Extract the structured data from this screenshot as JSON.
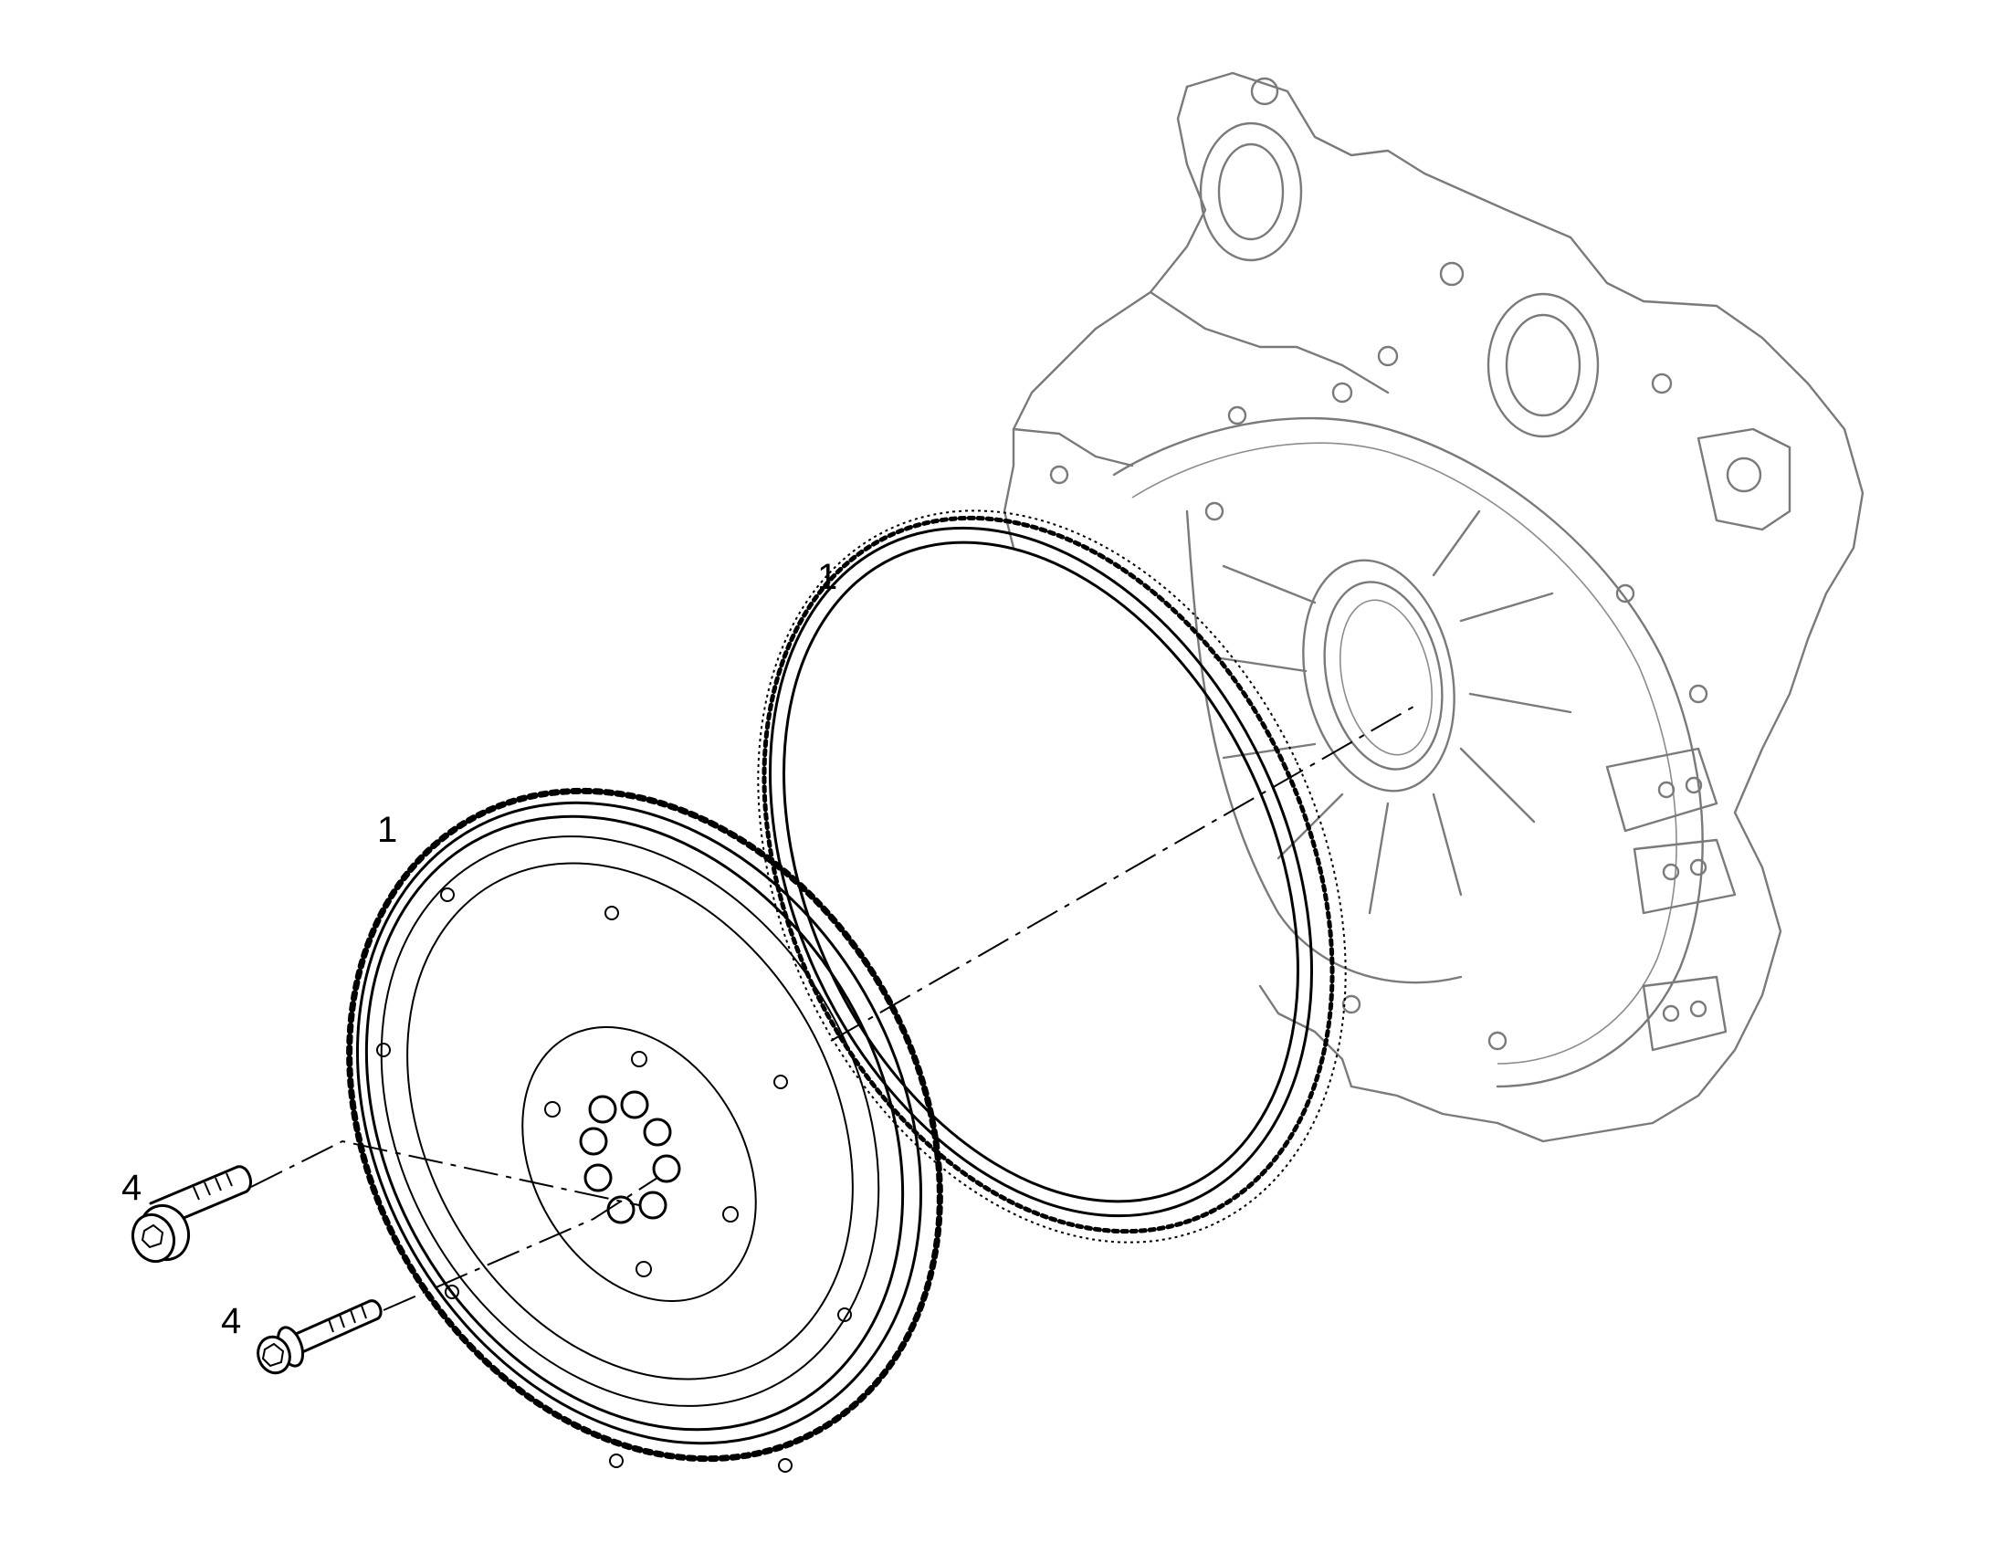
{
  "callouts": {
    "ring_gear_label": "1",
    "flywheel_label": "1",
    "socket_screw_label": "4",
    "flange_bolt_label": "4"
  },
  "colors": {
    "part_line": "#000000",
    "housing_line": "#7a7a7a",
    "background": "#ffffff"
  },
  "icons": {
    "housing": "flywheel-housing-drawing",
    "ring_gear": "ring-gear-drawing",
    "flywheel": "flywheel-drawing",
    "socket_screw": "socket-head-screw-drawing",
    "flange_bolt": "flange-bolt-drawing"
  }
}
